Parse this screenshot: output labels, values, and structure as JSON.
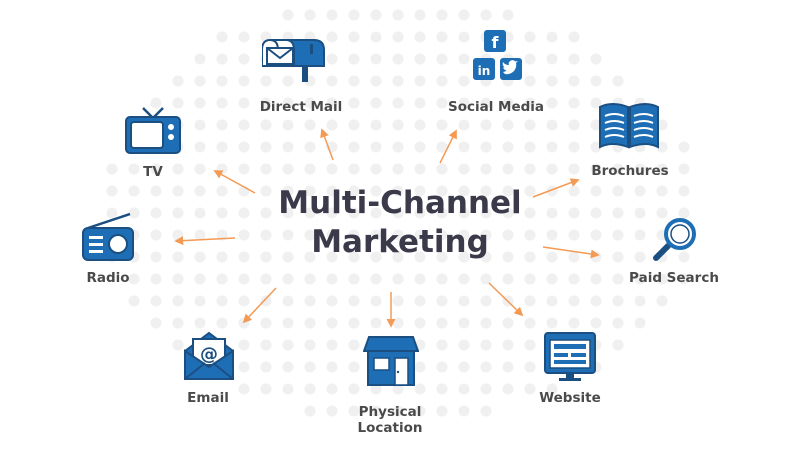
{
  "title": {
    "line1": "Multi-Channel",
    "line2": "Marketing"
  },
  "channels": {
    "direct_mail": {
      "label": "Direct Mail",
      "icon": "mailbox-icon"
    },
    "social_media": {
      "label": "Social Media",
      "icon": "social-media-icon"
    },
    "tv": {
      "label": "TV",
      "icon": "tv-icon"
    },
    "brochures": {
      "label": "Brochures",
      "icon": "brochure-icon"
    },
    "radio": {
      "label": "Radio",
      "icon": "radio-icon"
    },
    "paid_search": {
      "label": "Paid Search",
      "icon": "magnifier-icon"
    },
    "email": {
      "label": "Email",
      "icon": "email-icon"
    },
    "physical_location": {
      "line1": "Physical",
      "line2": "Location",
      "icon": "storefront-icon"
    },
    "website": {
      "label": "Website",
      "icon": "website-icon"
    }
  },
  "colors": {
    "icon_blue": "#1e6eb5",
    "icon_dark": "#1b4f82",
    "arrow": "#f39a55",
    "title": "#3a3a4a",
    "label": "#4a4a4a",
    "dots": "#f0f0f0"
  }
}
